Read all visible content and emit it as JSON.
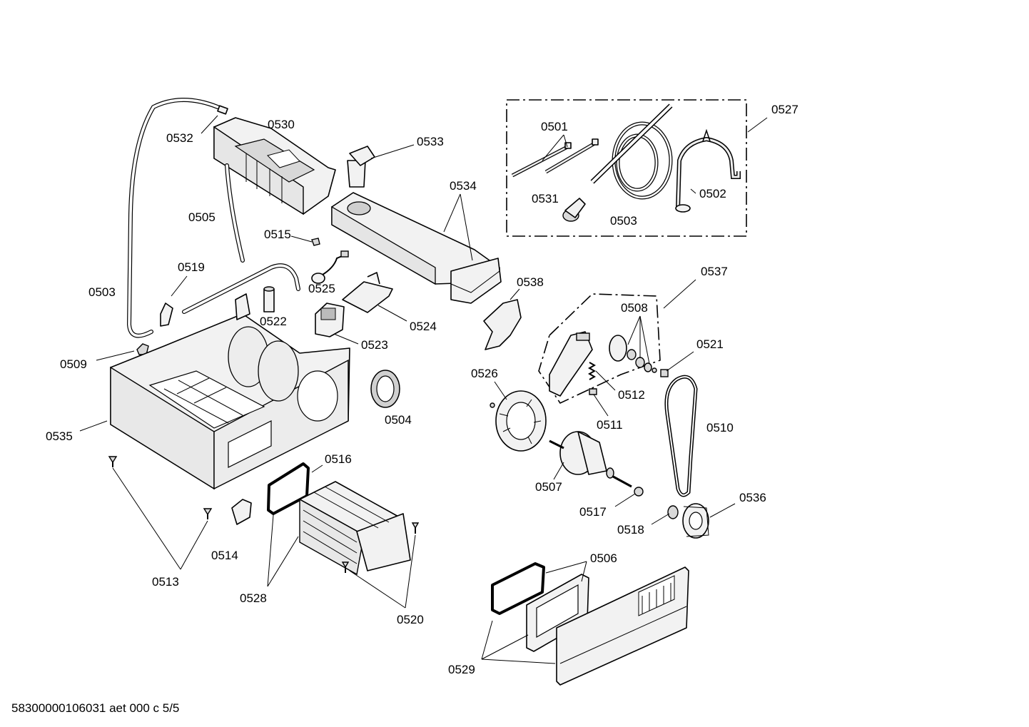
{
  "footer": "58300000106031 aet 000 c 5/5",
  "labels": {
    "p0501": "0501",
    "p0502": "0502",
    "p0503a": "0503",
    "p0503b": "0503",
    "p0504": "0504",
    "p0505": "0505",
    "p0506": "0506",
    "p0507": "0507",
    "p0508": "0508",
    "p0509": "0509",
    "p0510": "0510",
    "p0511": "0511",
    "p0512": "0512",
    "p0513": "0513",
    "p0514": "0514",
    "p0515": "0515",
    "p0516": "0516",
    "p0517": "0517",
    "p0518": "0518",
    "p0519": "0519",
    "p0520": "0520",
    "p0521": "0521",
    "p0522": "0522",
    "p0523": "0523",
    "p0524": "0524",
    "p0525": "0525",
    "p0526": "0526",
    "p0527": "0527",
    "p0528": "0528",
    "p0529": "0529",
    "p0530": "0530",
    "p0531": "0531",
    "p0532": "0532",
    "p0533": "0533",
    "p0534": "0534",
    "p0535": "0535",
    "p0536": "0536",
    "p0537": "0537",
    "p0538": "0538"
  }
}
